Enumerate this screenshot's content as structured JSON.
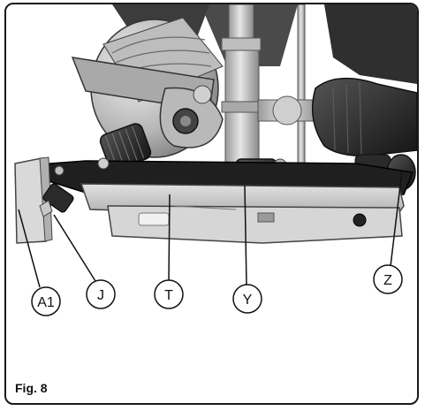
{
  "figure": {
    "caption": "Fig. 8",
    "callouts": [
      {
        "id": "A1",
        "label": "A1"
      },
      {
        "id": "J",
        "label": "J"
      },
      {
        "id": "T",
        "label": "T"
      },
      {
        "id": "Y",
        "label": "Y"
      },
      {
        "id": "Z",
        "label": "Z"
      }
    ]
  },
  "colors": {
    "frame": "#1a1a1a",
    "metal_light": "#c9c9c9",
    "metal_mid": "#8f8f8f",
    "metal_dark": "#3a3a3a",
    "base_black": "#1c1c1c",
    "handle": "#2b2b2b"
  }
}
